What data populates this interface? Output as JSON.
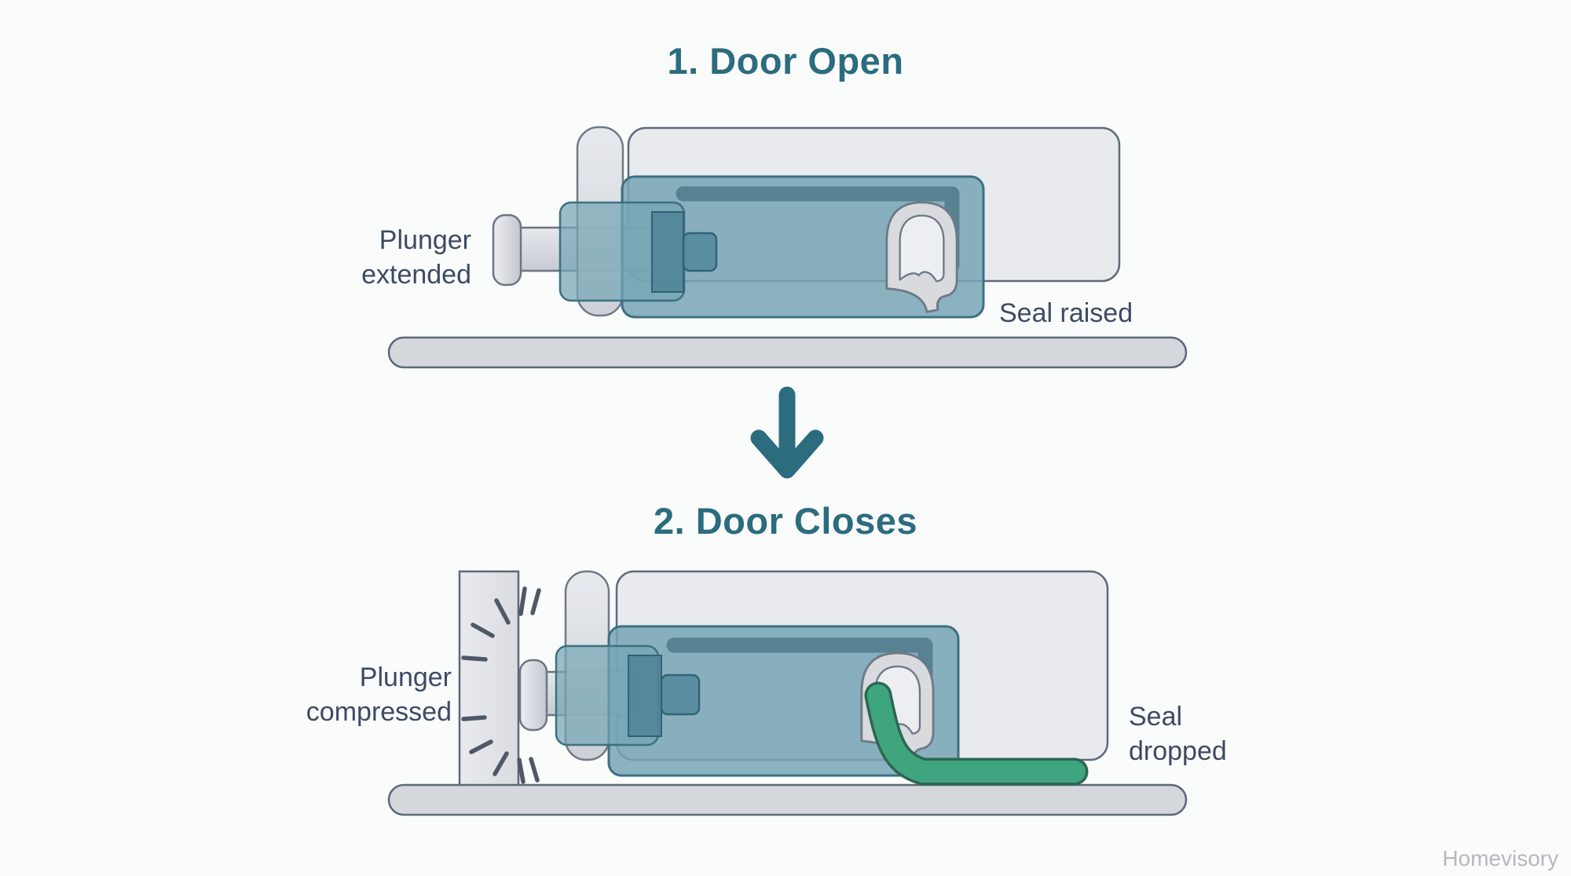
{
  "page": {
    "background": "#fafbfb",
    "watermark": "Homevisory"
  },
  "colors": {
    "accent_teal": "#2b6c7e",
    "label_text": "#3e4a64",
    "housing_teal": "#76a5b4",
    "housing_teal_border": "#3c7082",
    "dark_teal_bar": "#54808f",
    "dark_teal_block": "#4f8296",
    "seal_rubber_gray": "#d8dade",
    "seal_rubber_outline": "#6e7887",
    "seal_green": "#3fa57e",
    "seal_green_outline": "#2e6653",
    "metal_light": "#e5e8ec",
    "metal_dark": "#c7cbd2",
    "door_panel_fill": "#e8eaed",
    "floor_fill": "#d4d7db",
    "outline_gray": "#5d6877",
    "impact_mark": "#4e5866",
    "watermark_gray": "#b5b9bd"
  },
  "steps": [
    {
      "title": "1. Door Open",
      "plunger_label": "Plunger\nextended",
      "seal_label": "Seal raised"
    },
    {
      "title": "2. Door Closes",
      "plunger_label": "Plunger\ncompressed",
      "seal_label": "Seal\ndropped"
    }
  ]
}
